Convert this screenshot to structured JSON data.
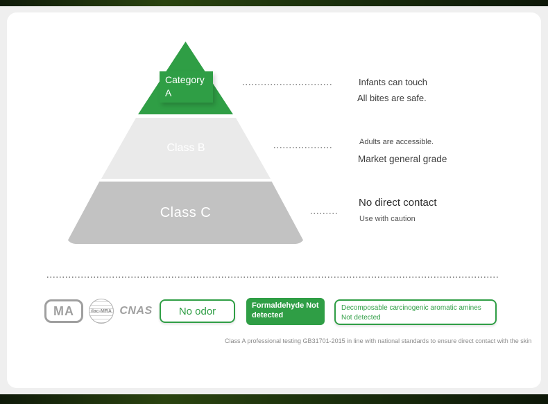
{
  "colors": {
    "brand_green": "#2f9e45",
    "tier_b_gray": "#eaeaea",
    "tier_c_gray": "#c2c2c2",
    "strip_dark_green": "#1a2e0c"
  },
  "pyramid": {
    "tiers": [
      {
        "label": "Category A"
      },
      {
        "label": "Class B"
      },
      {
        "label": "Class C"
      }
    ]
  },
  "annotations": [
    {
      "line1": "Infants can touch",
      "line2": "All bites are safe."
    },
    {
      "line1": "Adults are accessible.",
      "line2": "Market general grade"
    },
    {
      "line1": "No direct contact",
      "line2": "Use with caution"
    }
  ],
  "certifications": [
    {
      "label": "MA"
    },
    {
      "label": "ilac-MRA"
    },
    {
      "label": "CNAS"
    }
  ],
  "badges": [
    {
      "label": "No odor"
    },
    {
      "label": "Formaldehyde Not detected"
    },
    {
      "label": "Decomposable carcinogenic aromatic amines Not detected"
    }
  ],
  "caption": "Class A professional testing GB31701-2015 in line with national standards to ensure direct contact with the skin"
}
